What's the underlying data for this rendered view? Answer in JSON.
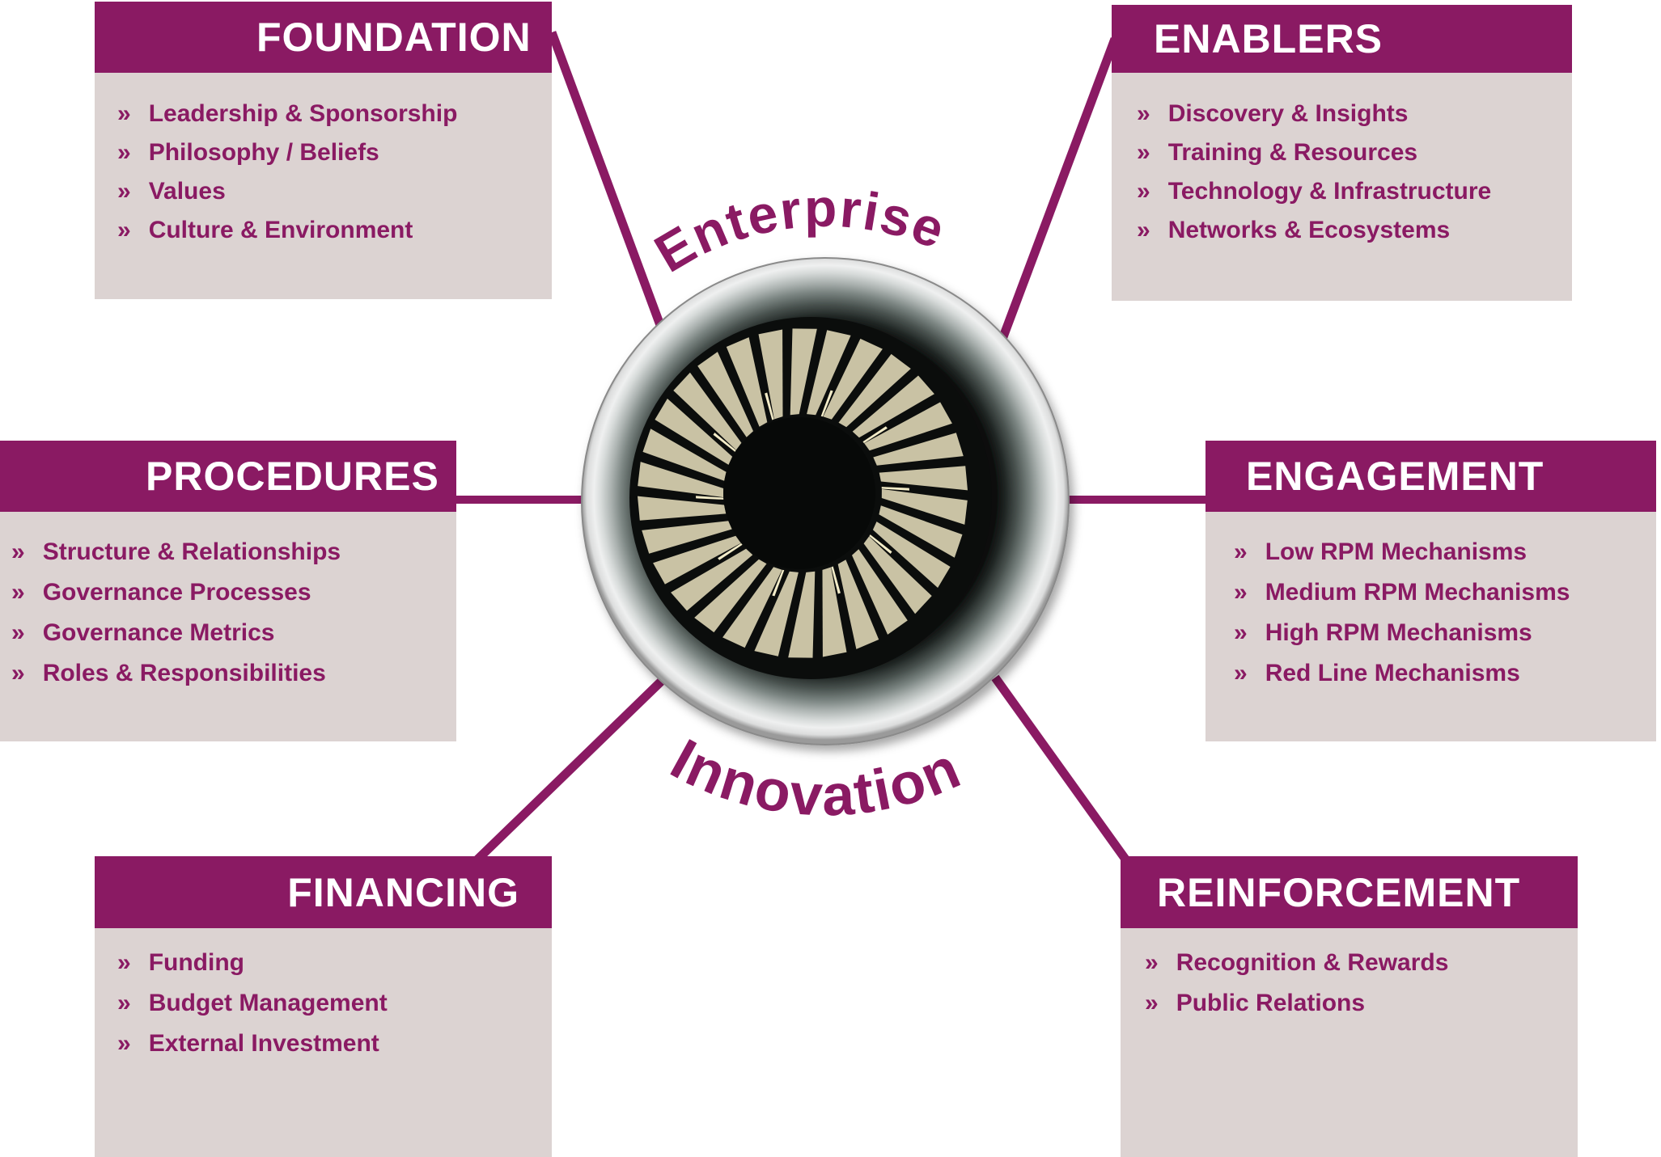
{
  "diagram_title": "Enterprise Innovation",
  "center": {
    "top_label": "Enterprise",
    "bottom_label": "Innovation",
    "hub_image": "jet-engine-turbine"
  },
  "bullet_glyph": "»",
  "colors": {
    "purple": "#8A1A63",
    "header_text": "#FFFFFF",
    "box_body_bg": "#DCD3D2",
    "item_text": "#8A1A63",
    "connector": "#8A1A63",
    "blade_tan": "#C9C2A4",
    "blade_highlight": "#F3ECC8",
    "turbine_black": "#0B0D0C",
    "ring_silver": "#EDEEEE"
  },
  "boxes": [
    {
      "key": "foundation",
      "title": "FOUNDATION",
      "items": [
        "Leadership & Sponsorship",
        "Philosophy / Beliefs",
        "Values",
        "Culture & Environment"
      ]
    },
    {
      "key": "enablers",
      "title": "ENABLERS",
      "items": [
        "Discovery & Insights",
        "Training & Resources",
        "Technology & Infrastructure",
        "Networks & Ecosystems"
      ]
    },
    {
      "key": "procedures",
      "title": "PROCEDURES",
      "items": [
        "Structure & Relationships",
        "Governance Processes",
        "Governance Metrics",
        "Roles & Responsibilities"
      ]
    },
    {
      "key": "engagement",
      "title": "ENGAGEMENT",
      "items": [
        "Low RPM Mechanisms",
        "Medium RPM Mechanisms",
        "High RPM Mechanisms",
        "Red Line Mechanisms"
      ]
    },
    {
      "key": "financing",
      "title": "FINANCING",
      "items": [
        "Funding",
        "Budget Management",
        "External Investment"
      ]
    },
    {
      "key": "reinforcement",
      "title": "REINFORCEMENT",
      "items": [
        "Recognition & Rewards",
        "Public Relations"
      ]
    }
  ]
}
